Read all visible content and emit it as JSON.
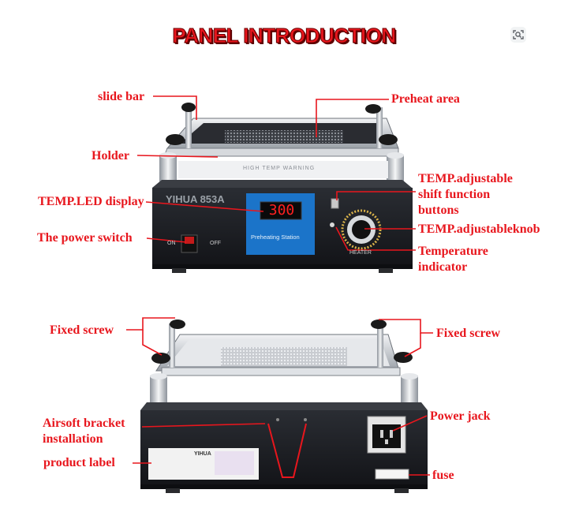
{
  "title": "PANEL INTRODUCTION",
  "brand_text": "YIHUA 853A",
  "led_reading": "300",
  "display_caption": "Preheating Station",
  "switch_on": "ON",
  "switch_off": "OFF",
  "knob_label": "HEATER",
  "plate_text": "HIGH TEMP WARNING",
  "rear_logo": "YIHUA",
  "colors": {
    "label_red": "#e8161d",
    "device_body": "#1c1e22",
    "display_blue": "#1b74c9",
    "led_red": "#ff2020"
  },
  "labels": {
    "slide_bar": "slide bar",
    "preheat_area": "Preheat area",
    "holder": "Holder",
    "temp_adj_shift": "TEMP.adjustable shift function buttons",
    "temp_led": "TEMP.LED display",
    "power_switch": "The power switch",
    "temp_knob": "TEMP.adjustableknob",
    "temp_indicator": "Temperature indicator",
    "fixed_screw_left": "Fixed screw",
    "fixed_screw_right": "Fixed screw",
    "airsoft": "Airsoft bracket installation",
    "power_jack": "Power jack",
    "product_label": "product label",
    "fuse": "fuse"
  }
}
